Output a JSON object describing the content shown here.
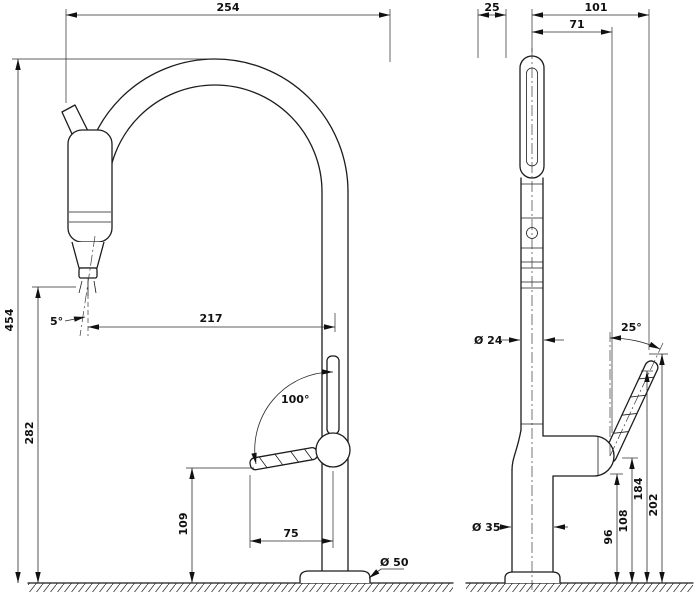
{
  "style": {
    "line_color": "#1c1c1c",
    "background": "#ffffff"
  },
  "front_view": {
    "dims": {
      "overall_depth": "254",
      "overall_height": "454",
      "spout_height": "282",
      "spout_reach": "217",
      "spray_tilt_angle": "5°",
      "handle_swing_angle": "100°",
      "handle_clearance": "109",
      "handle_reach": "75",
      "base_diameter": "Ø 50"
    }
  },
  "side_view": {
    "dims": {
      "head_offset": "25",
      "top_depth": "101",
      "handle_offset": "71",
      "body_diameter": "Ø 24",
      "handle_tilt_angle": "25°",
      "handle_tip_height": "202",
      "handle_base_height": "184",
      "housing_top_height": "108",
      "housing_bottom_height": "96",
      "base_diameter": "Ø 35"
    }
  }
}
